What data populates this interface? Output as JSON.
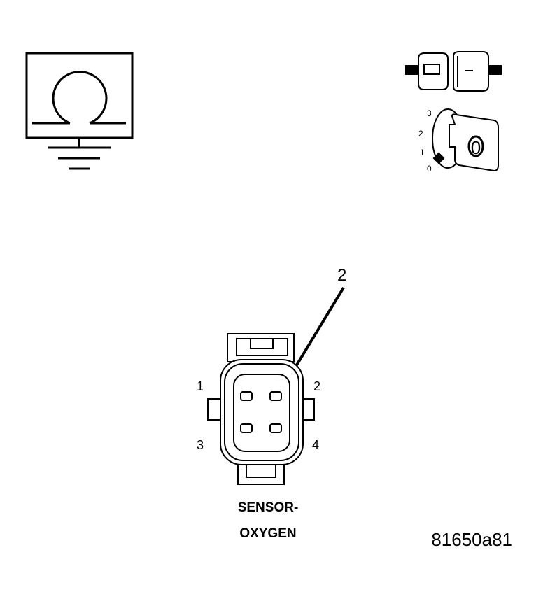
{
  "ohmmeter_icon": {
    "symbol": "Ω"
  },
  "ignition": {
    "positions": [
      "3",
      "2",
      "1",
      "0"
    ],
    "key_position": "0"
  },
  "callout": {
    "number": "2"
  },
  "connector": {
    "pin_labels": [
      "1",
      "2",
      "3",
      "4"
    ],
    "name_line1": "SENSOR-",
    "name_line2": "OXYGEN"
  },
  "figure_id": "81650a81"
}
